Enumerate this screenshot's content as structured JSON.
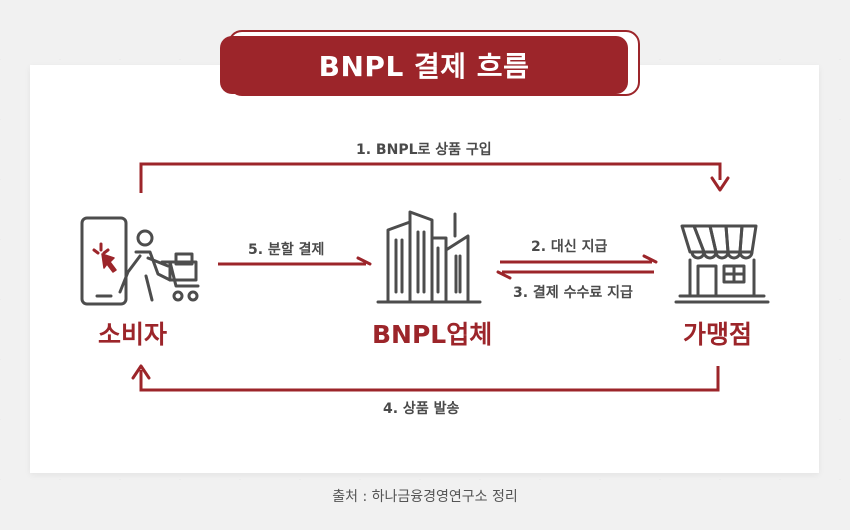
{
  "title": "BNPL 결제 흐름",
  "nodes": {
    "consumer": "소비자",
    "bnpl": "BNPL업체",
    "merchant": "가맹점"
  },
  "steps": {
    "s1": "1. BNPL로 상품 구입",
    "s2": "2. 대신 지급",
    "s3": "3. 결제 수수료 지급",
    "s4": "4. 상품 발송",
    "s5": "5. 분할 결제"
  },
  "icons": {
    "consumer": "phone-and-shopping-cart-icon",
    "bnpl": "buildings-icon",
    "merchant": "store-icon"
  },
  "colors": {
    "accent": "#9c252a",
    "icon_gray": "#4d4d4d"
  },
  "source": "출처 : 하나금융경영연구소 정리"
}
